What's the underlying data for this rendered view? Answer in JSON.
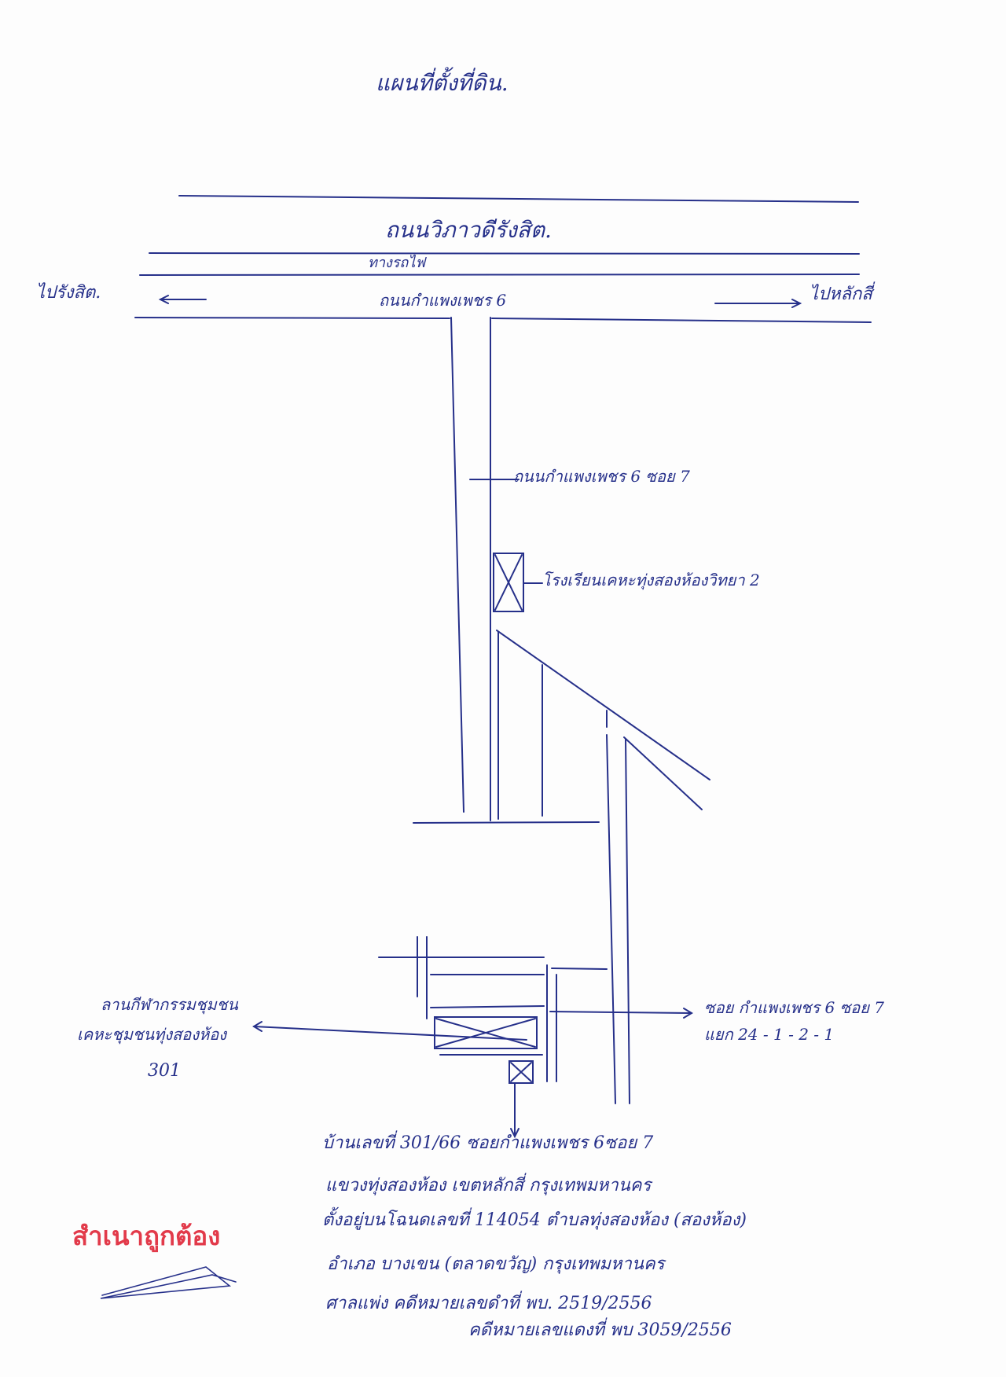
{
  "map": {
    "title": "แผนที่ตั้งที่ดิน.",
    "main_road": "ถนนวิภาวดีรังสิต.",
    "service_road": "ทางรถไฟ",
    "cross_road": "ถนนกำแพงเพชร 6",
    "direction_left": "ไปรังสิต.",
    "direction_right": "ไปหลักสี่",
    "soi": "ถนนกำแพงเพชร 6 ซอย 7",
    "school": "โรงเรียนเคหะทุ่งสองห้องวิทยา 2",
    "community_left_1": "ลานกีฬากรรมชุมชน",
    "community_left_2": "เคหะชุมชนทุ่งสองห้อง",
    "community_left_3": "301",
    "branch_soi_1": "ซอย กำแพงเพชร 6 ซอย 7",
    "branch_soi_2": "แยก 24 - 1 - 2 - 1",
    "address_1": "บ้านเลขที่ 301/66 ซอยกำแพงเพชร 6ซอย 7",
    "address_2": "แขวงทุ่งสองห้อง เขตหลักสี่ กรุงเทพมหานคร",
    "address_3": "ตั้งอยู่บนโฉนดเลขที่ 114054 ตำบลทุ่งสองห้อง (สองห้อง)",
    "address_4": "อำเภอ บางเขน (ตลาดขวัญ) กรุงเทพมหานคร",
    "address_5": "ศาลแพ่ง คดีหมายเลขดำที่ พบ. 2519/2556",
    "address_6": "คดีหมายเลขแดงที่ พบ 3059/2556",
    "stamp": "สำเนาถูกต้อง"
  },
  "colors": {
    "ink": "#26308a",
    "stamp": "#e23a4a",
    "paper": "#fdfdfd"
  }
}
